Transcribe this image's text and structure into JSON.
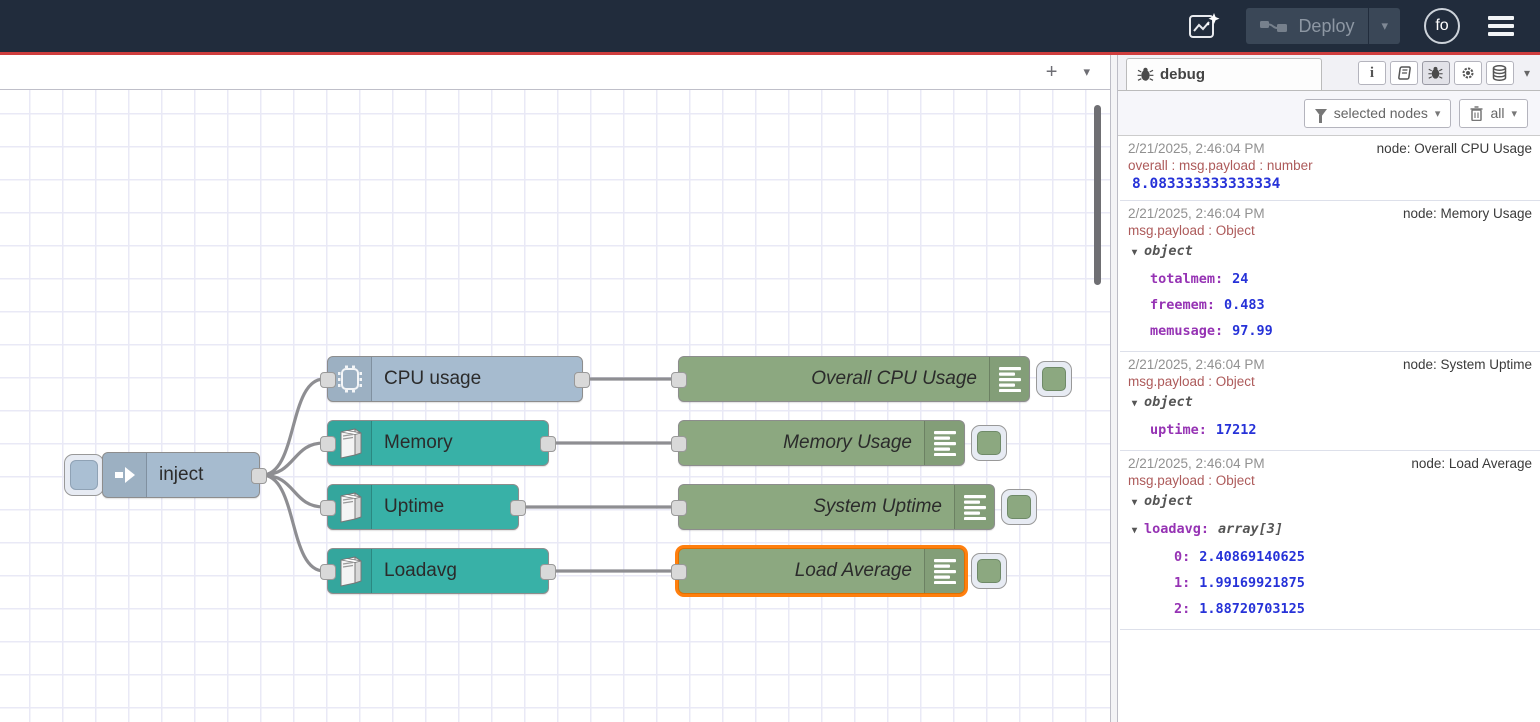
{
  "icons": {
    "plus": "+",
    "chevron_down": "▾",
    "caret_down": "▾",
    "info_glyph": "i"
  },
  "colors": {
    "header": "#212c3c",
    "accent_red": "#cf3e3e",
    "node_blue": "#a6bbcf",
    "node_teal": "#38b1a7",
    "node_green": "#8ca880",
    "selection": "#ff7f0e",
    "wire": "#8e8e92",
    "grid_line": "#e9e9f6",
    "debug_number": "#2632d8",
    "debug_key": "#9633b4",
    "debug_property": "#ad5a5a"
  },
  "header": {
    "deploy_label": "Deploy",
    "avatar_initials": "fo"
  },
  "flow": {
    "nodes": [
      {
        "id": "inject",
        "label": "inject",
        "type": "inject"
      },
      {
        "id": "cpu-usage",
        "label": "CPU usage",
        "type": "cpu"
      },
      {
        "id": "memory",
        "label": "Memory",
        "type": "os"
      },
      {
        "id": "uptime",
        "label": "Uptime",
        "type": "os"
      },
      {
        "id": "loadavg",
        "label": "Loadavg",
        "type": "os"
      },
      {
        "id": "overall-cpu-usage",
        "label": "Overall CPU Usage",
        "type": "debug"
      },
      {
        "id": "memory-usage",
        "label": "Memory Usage",
        "type": "debug"
      },
      {
        "id": "system-uptime",
        "label": "System Uptime",
        "type": "debug"
      },
      {
        "id": "load-average",
        "label": "Load Average",
        "type": "debug",
        "selected": true
      }
    ]
  },
  "sidebar": {
    "tab_label": "debug",
    "filter_button": "selected nodes",
    "clear_button": "all",
    "messages": [
      {
        "timestamp": "2/21/2025, 2:46:04 PM",
        "node": "node: Overall CPU Usage",
        "property": "overall : msg.payload : number",
        "value": "8.083333333333334"
      },
      {
        "timestamp": "2/21/2025, 2:46:04 PM",
        "node": "node: Memory Usage",
        "property": "msg.payload : Object",
        "rows": [
          {
            "label": "object"
          },
          {
            "key": "totalmem:",
            "value": "24"
          },
          {
            "key": "freemem:",
            "value": "0.483"
          },
          {
            "key": "memusage:",
            "value": "97.99"
          }
        ]
      },
      {
        "timestamp": "2/21/2025, 2:46:04 PM",
        "node": "node: System Uptime",
        "property": "msg.payload : Object",
        "rows": [
          {
            "label": "object"
          },
          {
            "key": "uptime:",
            "value": "17212"
          }
        ]
      },
      {
        "timestamp": "2/21/2025, 2:46:04 PM",
        "node": "node: Load Average",
        "property": "msg.payload : Object",
        "rows": [
          {
            "label": "object"
          },
          {
            "key": "loadavg:",
            "suffix": "array[3]"
          },
          {
            "key": "0:",
            "value": "2.40869140625"
          },
          {
            "key": "1:",
            "value": "1.99169921875"
          },
          {
            "key": "2:",
            "value": "1.88720703125"
          }
        ]
      }
    ]
  }
}
